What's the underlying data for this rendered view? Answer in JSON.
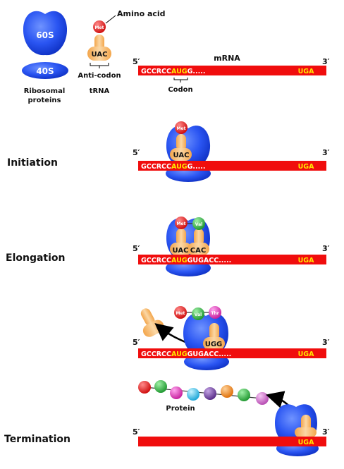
{
  "legend": {
    "ribosome_large": "60S",
    "ribosome_small": "40S",
    "ribosome_caption_line1": "Ribosomal",
    "ribosome_caption_line2": "proteins",
    "amino_acid_label": "Amino acid",
    "amino_acid_name": "Met",
    "anticodon_seq": "UAC",
    "anticodon_label": "Anti-codon",
    "trna_label": "tRNA"
  },
  "mrna": {
    "label": "mRNA",
    "five_prime": "5′",
    "three_prime": "3′",
    "codon_label": "Codon",
    "stop_codon": "UGA"
  },
  "stages": [
    {
      "name": "",
      "prefix": "GCCRCC",
      "start": "AUG",
      "suffix": "G.....",
      "amino_acids": [],
      "anticodons": []
    },
    {
      "name": "Initiation",
      "prefix": "GCCRCC",
      "start": "AUG",
      "suffix": "G.....",
      "amino_acids": [
        "Met"
      ],
      "anticodons": [
        "UAC"
      ]
    },
    {
      "name": "Elongation",
      "prefix": "GCCRCC",
      "start": "AUG",
      "suffix": "GUGACC.....",
      "amino_acids": [
        "Met",
        "Val"
      ],
      "anticodons": [
        "UAC",
        "CAC"
      ]
    },
    {
      "name": "",
      "prefix": "GCCRCC",
      "start": "AUG",
      "suffix": "GUGACC.....",
      "amino_acids": [
        "Met",
        "Val",
        "Thr"
      ],
      "anticodons": [
        "UGG"
      ]
    },
    {
      "name": "Termination",
      "prefix": "",
      "start": "",
      "suffix": "",
      "amino_acids": [],
      "anticodons": [],
      "protein_label": "Protein"
    }
  ],
  "colors": {
    "mrna": "#f00d0d",
    "start_codon": "#ffe600",
    "ribosome": "#1f4ff0",
    "trna": "#f6b460",
    "met": "#e81c1c",
    "val": "#3cb84a",
    "thr": "#e640c0",
    "protein_beads": [
      "#e81c1c",
      "#3cb84a",
      "#e640c0",
      "#3fc6ee",
      "#7a4ea3",
      "#f28a1c",
      "#3cb84a",
      "#d96fd6"
    ]
  }
}
